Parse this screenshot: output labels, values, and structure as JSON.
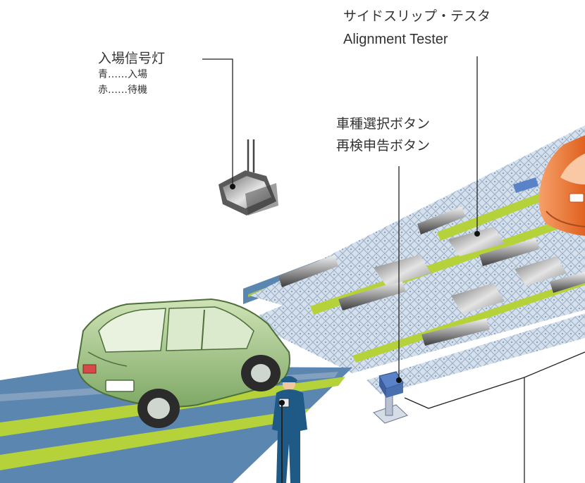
{
  "labels": {
    "entry_signal": {
      "title": "入場信号灯",
      "line1": "青……入場",
      "line2": "赤……待機"
    },
    "side_slip": {
      "title_ja": "サイドスリップ・テスタ",
      "title_en": "Alignment Tester"
    },
    "buttons": {
      "line1": "車種選択ボタン",
      "line2": "再検申告ボタン"
    }
  },
  "colors": {
    "lane_blue": "#5a86b0",
    "lane_green": "#b6d23a",
    "grating": "#c9d6e6",
    "car_green": "#a8c98c",
    "car_orange": "#ee7a3c",
    "worker_blue": "#1f5a86",
    "leader_line": "#222222"
  }
}
